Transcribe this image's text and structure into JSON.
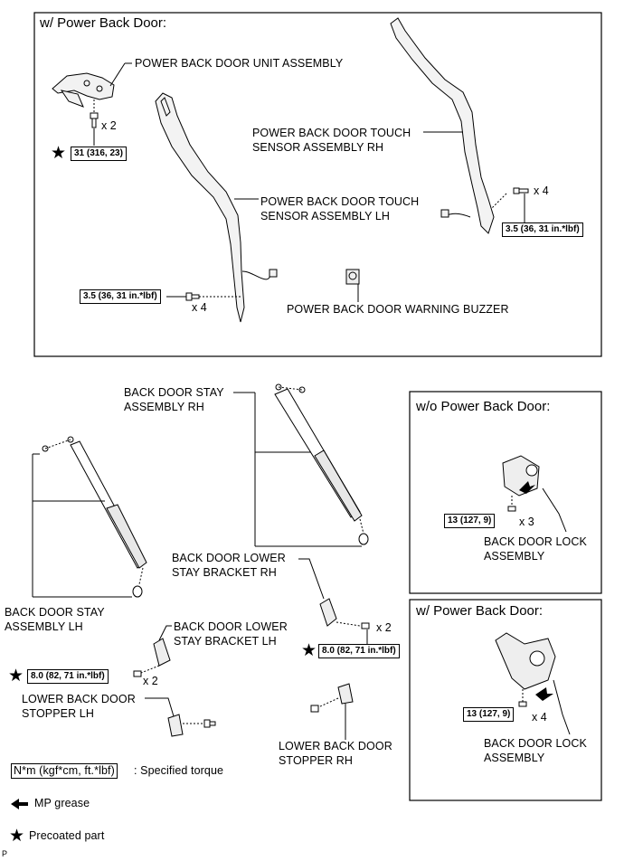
{
  "panels": {
    "top": {
      "title": "w/ Power Back Door:"
    },
    "wo_power": {
      "title": "w/o Power Back Door:"
    },
    "w_power": {
      "title": "w/ Power Back Door:"
    }
  },
  "labels": {
    "unit_assembly": "POWER BACK DOOR UNIT ASSEMBLY",
    "touch_rh_1": "POWER BACK DOOR TOUCH",
    "touch_rh_2": "SENSOR ASSEMBLY RH",
    "touch_lh_1": "POWER BACK DOOR TOUCH",
    "touch_lh_2": "SENSOR ASSEMBLY LH",
    "buzzer": "POWER BACK DOOR WARNING BUZZER",
    "stay_rh_1": "BACK DOOR STAY",
    "stay_rh_2": "ASSEMBLY RH",
    "stay_lh_1": "BACK DOOR STAY",
    "stay_lh_2": "ASSEMBLY LH",
    "lower_bracket_rh_1": "BACK DOOR LOWER",
    "lower_bracket_rh_2": "STAY BRACKET RH",
    "lower_bracket_lh_1": "BACK DOOR LOWER",
    "lower_bracket_lh_2": "STAY BRACKET LH",
    "stopper_lh_1": "LOWER BACK DOOR",
    "stopper_lh_2": "STOPPER LH",
    "stopper_rh_1": "LOWER BACK DOOR",
    "stopper_rh_2": "STOPPER RH",
    "lock_wo_1": "BACK DOOR LOCK",
    "lock_wo_2": "ASSEMBLY",
    "lock_w_1": "BACK DOOR LOCK",
    "lock_w_2": "ASSEMBLY"
  },
  "torques": {
    "unit": "31 (316, 23)",
    "touch_rh": "3.5 (36, 31 in.*lbf)",
    "touch_lh": "3.5 (36, 31 in.*lbf)",
    "bracket_rh": "8.0 (82, 71 in.*lbf)",
    "bracket_lh": "8.0 (82, 71 in.*lbf)",
    "lock_wo": "13 (127, 9)",
    "lock_w": "13 (127, 9)"
  },
  "quantities": {
    "unit": "x 2",
    "touch_rh": "x 4",
    "touch_lh": "x 4",
    "bracket_rh": "x 2",
    "bracket_lh": "x 2",
    "lock_wo": "x 3",
    "lock_w": "x 4"
  },
  "legend": {
    "torque_box": "N*m (kgf*cm, ft.*lbf)",
    "torque_text": ": Specified torque",
    "grease": "MP grease",
    "precoated": "Precoated part"
  },
  "corner_mark": "P"
}
